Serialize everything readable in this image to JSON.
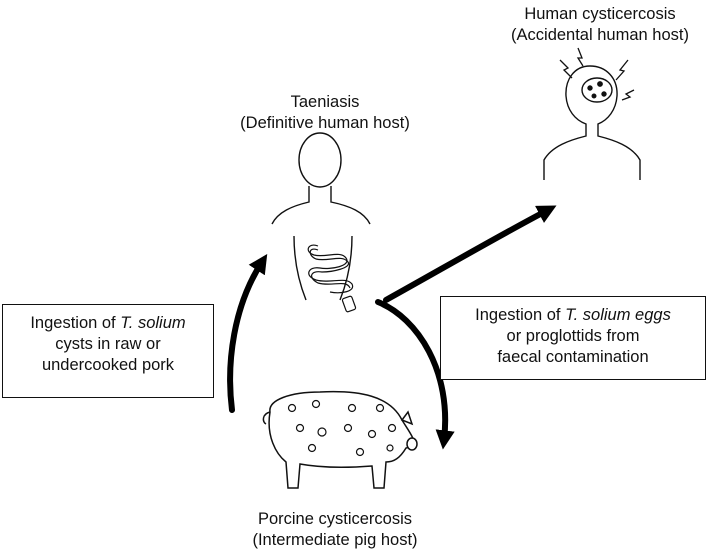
{
  "human_cysticercosis": {
    "title": "Human cysticercosis",
    "subtitle": "(Accidental human host)"
  },
  "taeniasis": {
    "title": "Taeniasis",
    "subtitle": "(Definitive human host)"
  },
  "porcine_cysticercosis": {
    "title": "Porcine cysticercosis",
    "subtitle": "(Intermediate pig host)"
  },
  "pork_box": {
    "line1_prefix": "Ingestion of ",
    "line1_italic": "T. solium",
    "line2": "cysts in raw or",
    "line3": "undercooked pork"
  },
  "eggs_box": {
    "line1_prefix": "Ingestion of ",
    "line1_italic": "T. solium eggs",
    "line2": "or proglottids from",
    "line3": "faecal contamination"
  }
}
